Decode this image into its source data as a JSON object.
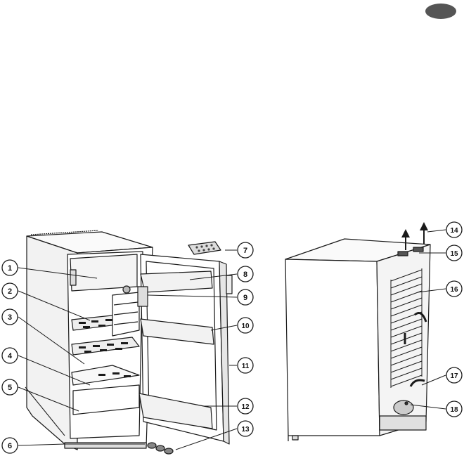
{
  "language_badge": {
    "text": "",
    "color": "#555555"
  },
  "front_view": {
    "callouts": [
      {
        "label": "1",
        "part": "freezer-compartment"
      },
      {
        "label": "2",
        "part": "shelf-upper"
      },
      {
        "label": "3",
        "part": "shelf-middle"
      },
      {
        "label": "4",
        "part": "glass-shelf"
      },
      {
        "label": "5",
        "part": "crisper-drawer"
      },
      {
        "label": "6",
        "part": "adjustable-feet"
      },
      {
        "label": "7",
        "part": "egg-tray"
      },
      {
        "label": "8",
        "part": "door-shelf-upper"
      },
      {
        "label": "9",
        "part": "thermostat"
      },
      {
        "label": "10",
        "part": "door-shelf-middle"
      },
      {
        "label": "11",
        "part": "door"
      },
      {
        "label": "12",
        "part": "bottle-shelf"
      },
      {
        "label": "13",
        "part": "door-feet"
      }
    ]
  },
  "rear_view": {
    "callouts": [
      {
        "label": "14",
        "part": "air-vent-arrows"
      },
      {
        "label": "15",
        "part": "ventilation-grille"
      },
      {
        "label": "16",
        "part": "condenser"
      },
      {
        "label": "17",
        "part": "airflow-arrow"
      },
      {
        "label": "18",
        "part": "compressor"
      }
    ]
  },
  "colors": {
    "line": "#1a1a1a",
    "fill": "#ffffff",
    "shade": "#d8d8d8",
    "dark": "#444444"
  }
}
